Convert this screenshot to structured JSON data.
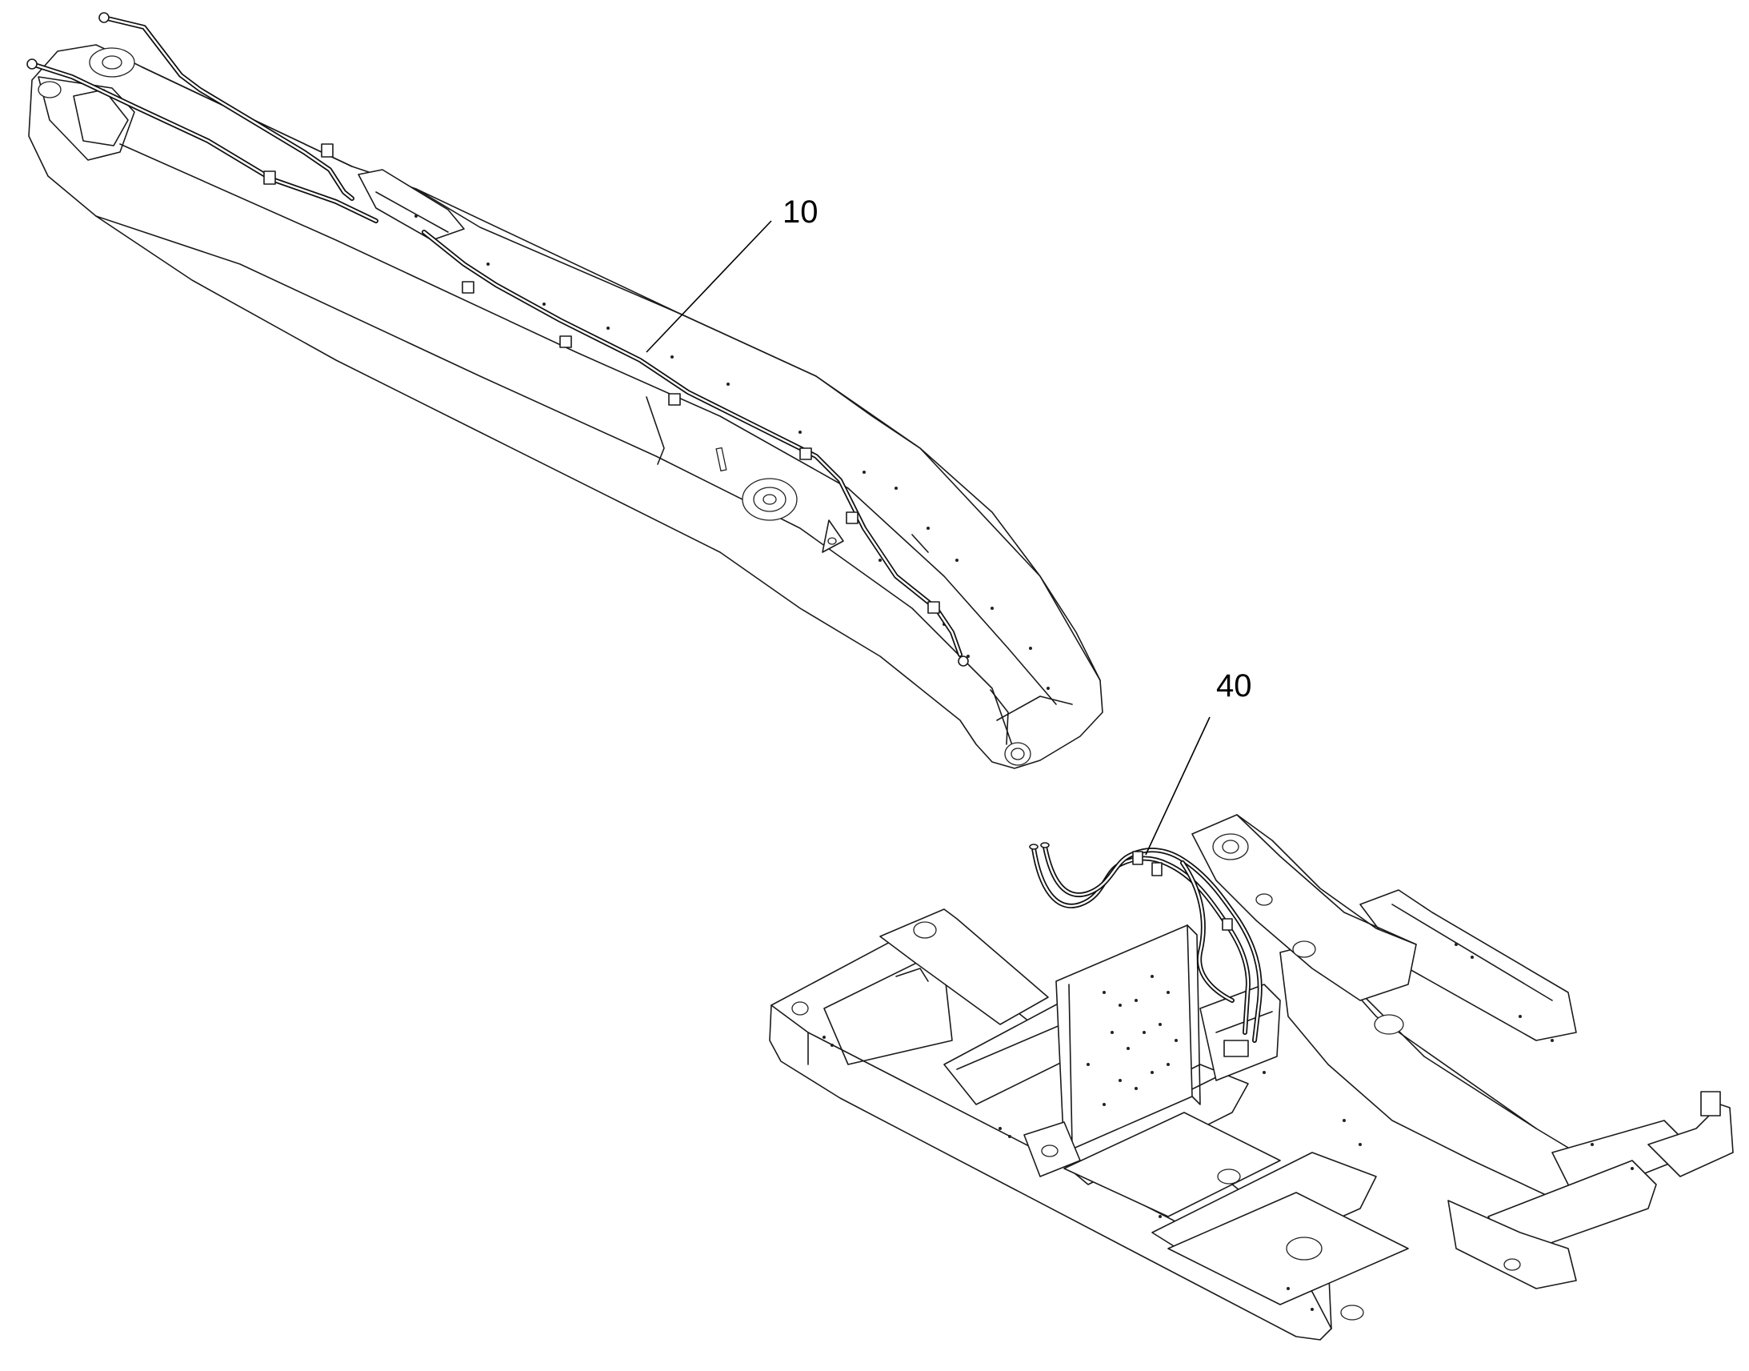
{
  "drawing": {
    "background_color": "#ffffff",
    "line_color": "#111111",
    "parts": [
      {
        "id": "boom-hose-assembly",
        "callout": "10"
      },
      {
        "id": "frame-hose-assembly",
        "callout": "40"
      }
    ]
  }
}
